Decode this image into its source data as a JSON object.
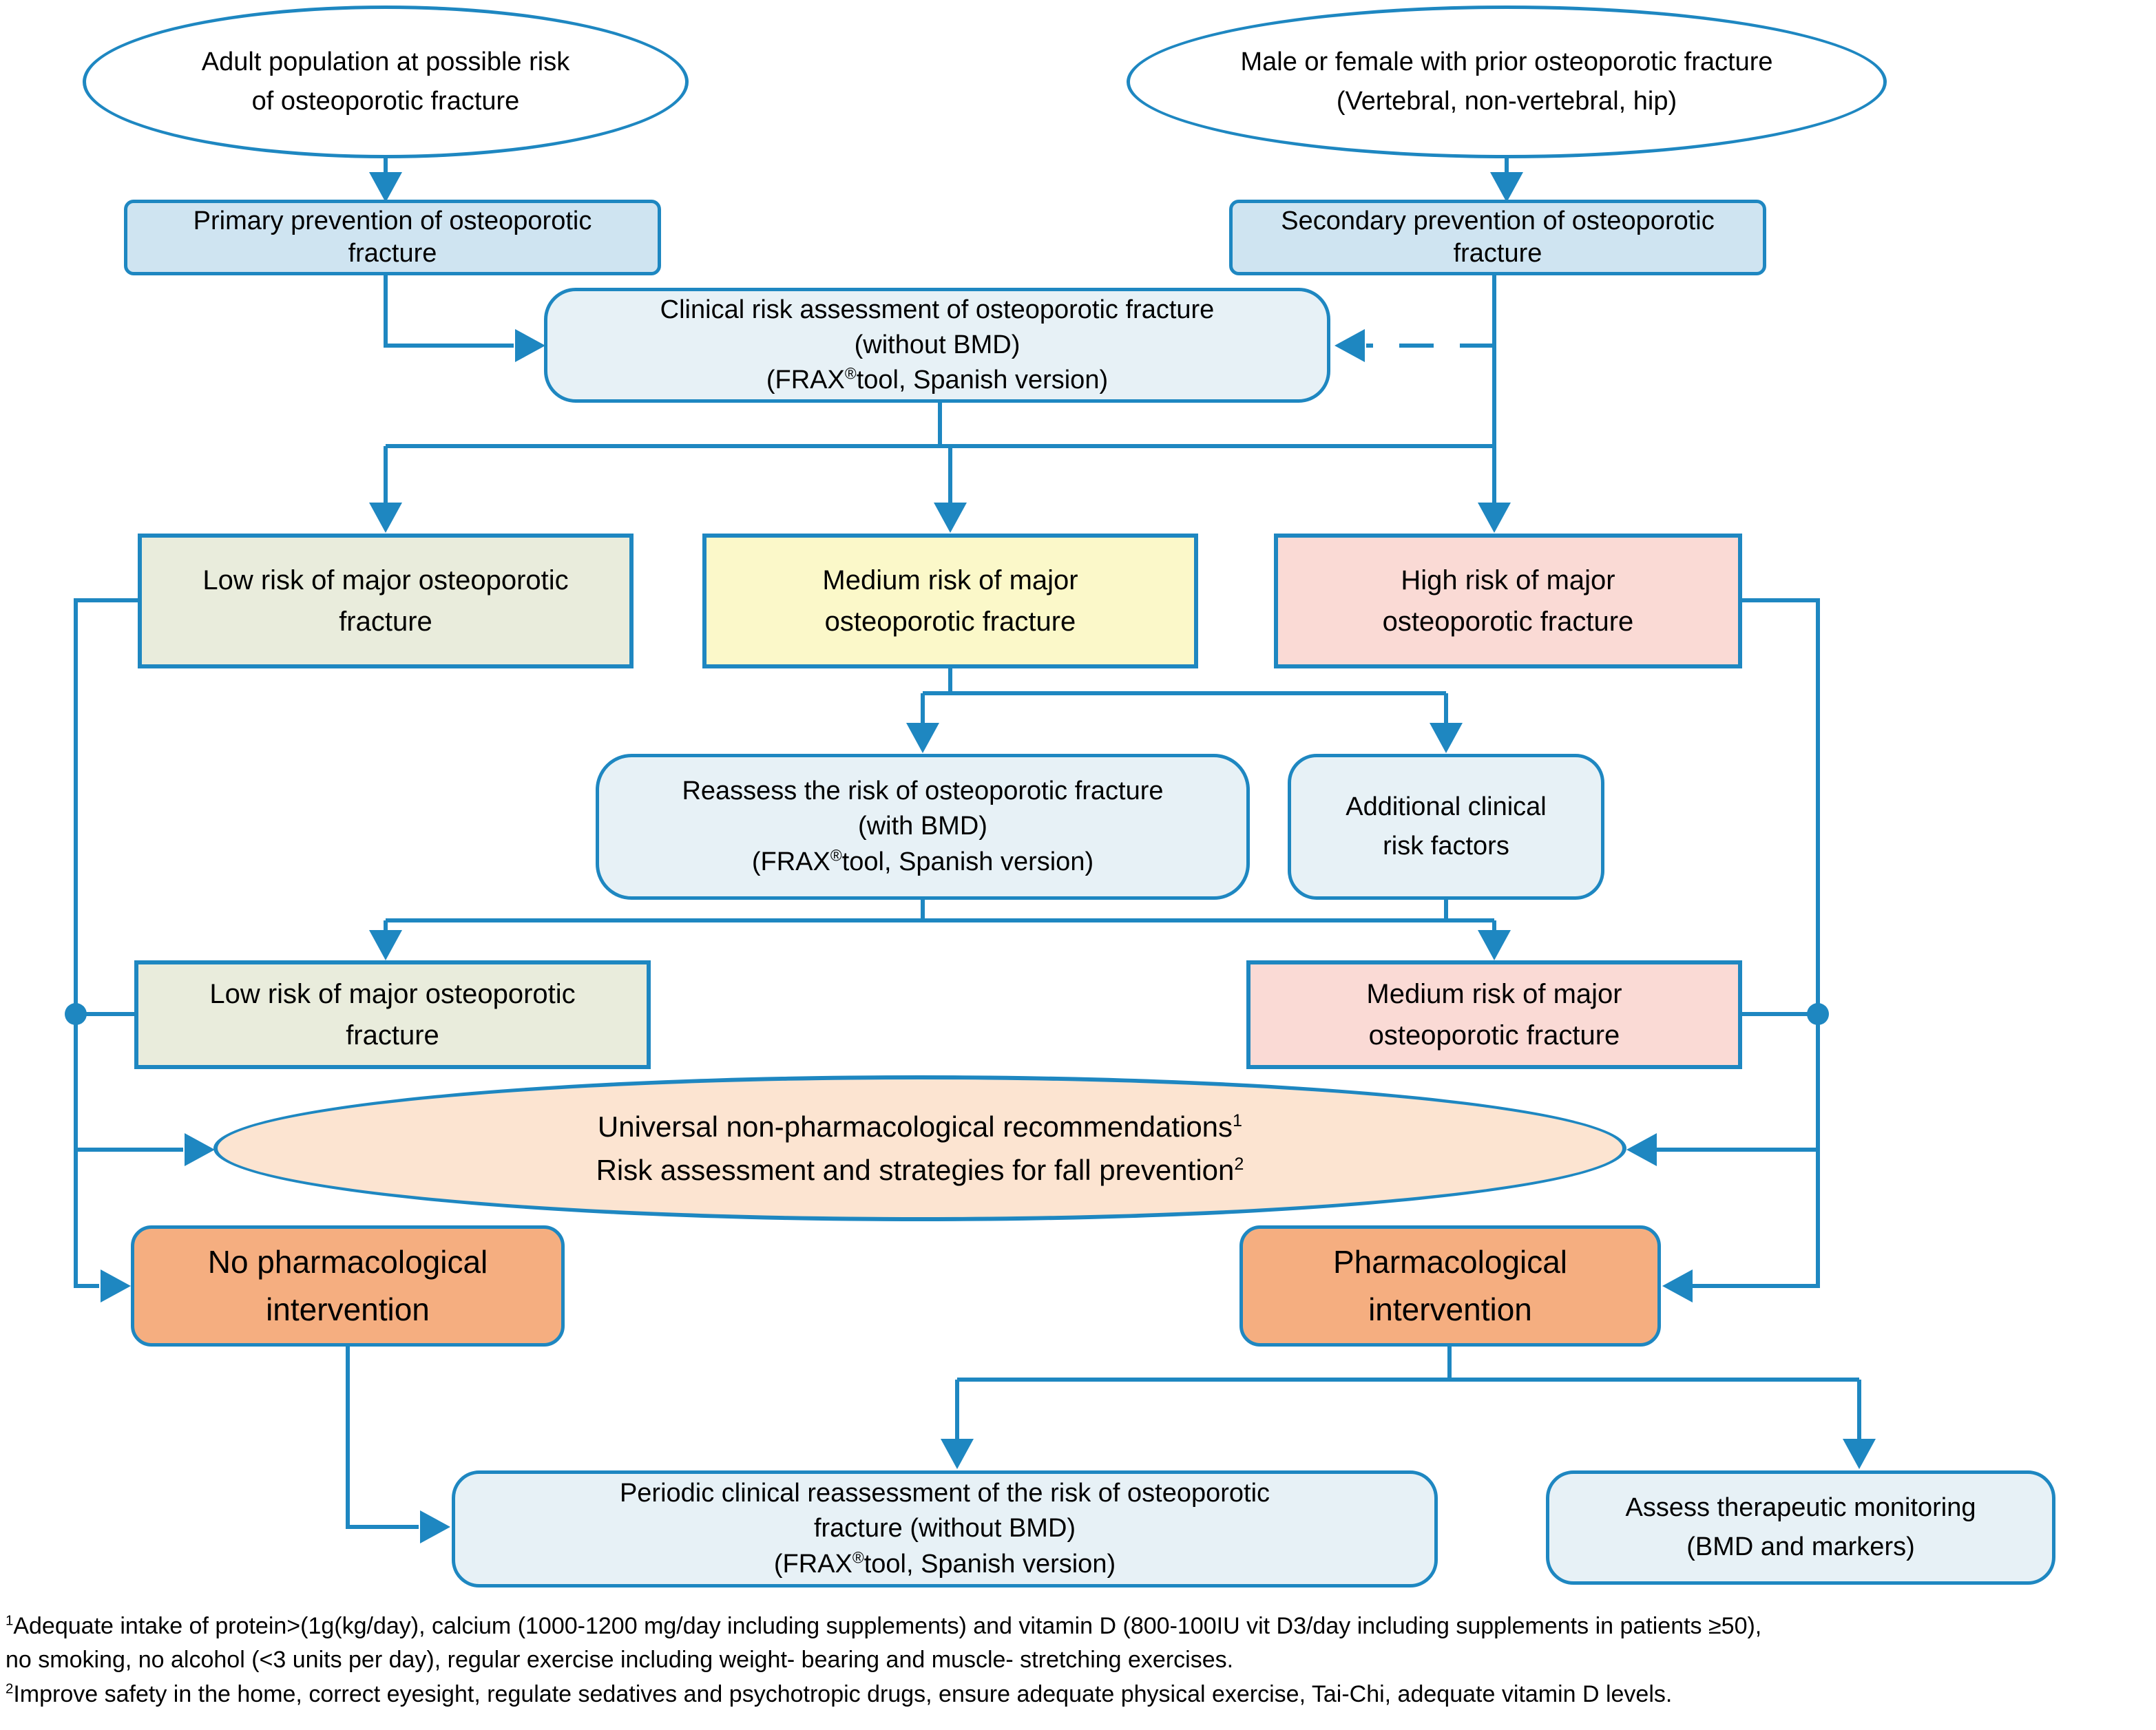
{
  "nodes": {
    "adult_population": "Adult population at possible risk\nof osteoporotic fracture",
    "prior_fracture": "Male or female with prior osteoporotic fracture\n(Vertebral, non-vertebral, hip)",
    "primary_prevention": "Primary prevention of osteoporotic\nfracture",
    "secondary_prevention": "Secondary prevention of osteoporotic\nfracture",
    "clinical_risk_assessment": "Clinical risk assessment of osteoporotic fracture\n(without BMD)\n(FRAX®tool, Spanish version)",
    "low_risk_1": "Low risk of major osteoporotic\nfracture",
    "medium_risk_1": "Medium risk of major\nosteoporotic fracture",
    "high_risk_1": "High risk of major\nosteoporotic fracture",
    "reassess": "Reassess the risk of osteoporotic fracture\n(with BMD)\n(FRAX®tool, Spanish version)",
    "additional_risk_factors": "Additional clinical\nrisk factors",
    "low_risk_2": "Low risk of major osteoporotic\nfracture",
    "medium_risk_2": "Medium risk of major\nosteoporotic fracture",
    "universal_recommendations": "Universal non-pharmacological recommendations¹\nRisk assessment and strategies for fall prevention²",
    "no_pharmacological": "No pharmacological\nintervention",
    "pharmacological": "Pharmacological\nintervention",
    "periodic_reassessment": "Periodic clinical reassessment of the risk of osteoporotic\nfracture (without BMD)\n(FRAX®tool, Spanish version)",
    "therapeutic_monitoring": "Assess therapeutic monitoring\n(BMD and markers)"
  },
  "footnotes": [
    {
      "marker": "1",
      "text": "Adequate intake of protein>(1g(kg/day), calcium (1000-1200 mg/day including supplements) and vitamin D (800-100IU vit D3/day including supplements in patients ≥50),\nno smoking, no alcohol (<3 units per day), regular exercise including weight- bearing and muscle- stretching exercises."
    },
    {
      "marker": "2",
      "text": "Improve safety in the home, correct eyesight, regulate sedatives and psychotropic drugs, ensure adequate physical exercise, Tai-Chi, adequate vitamin D levels."
    }
  ],
  "colors": {
    "line": "#1e87c1",
    "box_blue": "#cfe4f1",
    "box_pale": "#e7f1f6",
    "box_green": "#e9ecdc",
    "box_yellow": "#fbf8c9",
    "box_pink": "#fadad5",
    "box_peach": "#fce4d1",
    "box_orange": "#f5ae80",
    "text": "#000000",
    "bg": "#ffffff"
  }
}
